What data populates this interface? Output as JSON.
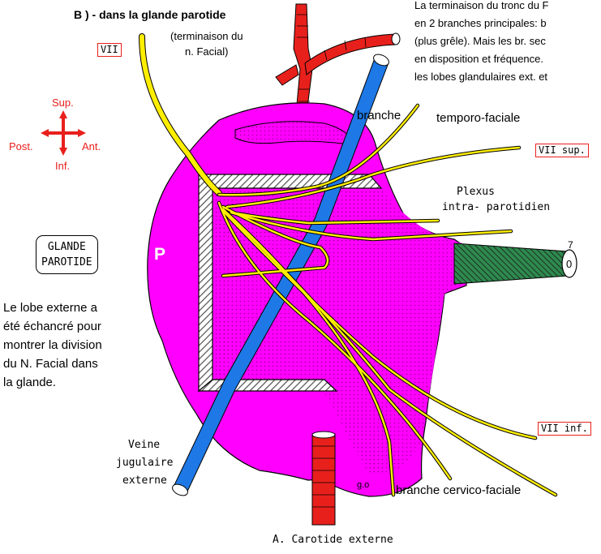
{
  "section_title": "B ) - dans la glande parotide",
  "subtitle_line1": "(terminaison du",
  "subtitle_line2": "n. Facial)",
  "intro_lines": [
    "La terminaison du tronc du F",
    "en 2 branches principales: b",
    "(plus grêle). Mais les br. sec",
    "en disposition et fréquence.",
    "les lobes glandulaires ext. et"
  ],
  "labels": {
    "nerve_vii": "VII",
    "vii_sup": "VII sup.",
    "vii_inf": "VII inf.",
    "branche": "branche",
    "temporo_faciale": "temporo-faciale",
    "plexus_line1": "Plexus",
    "plexus_line2": "intra- parotidien",
    "seven": "7",
    "zero": "0",
    "p_letter": "P",
    "go": "g.o",
    "veine_line1": "Veine",
    "veine_line2": "jugulaire",
    "veine_line3": "externe",
    "carotide": "A. Carotide externe",
    "cervico_faciale": "branche cervico-faciale"
  },
  "compass": {
    "sup": "Sup.",
    "post": "Post.",
    "ant": "Ant.",
    "inf": "Inf."
  },
  "glande_box": {
    "line1": "GLANDE",
    "line2": "PAROTIDE"
  },
  "side_note_lines": [
    "Le lobe externe a",
    "été échancré pour",
    "montrer la division",
    "du N. Facial dans",
    "la glande."
  ],
  "colors": {
    "gland": "#ff00ff",
    "gland_dots": "#9a0090",
    "artery": "#e8201c",
    "vein": "#1e78e6",
    "nerve": "#ffee00",
    "duct": "#2e8a4e",
    "compass": "#e8201c"
  }
}
